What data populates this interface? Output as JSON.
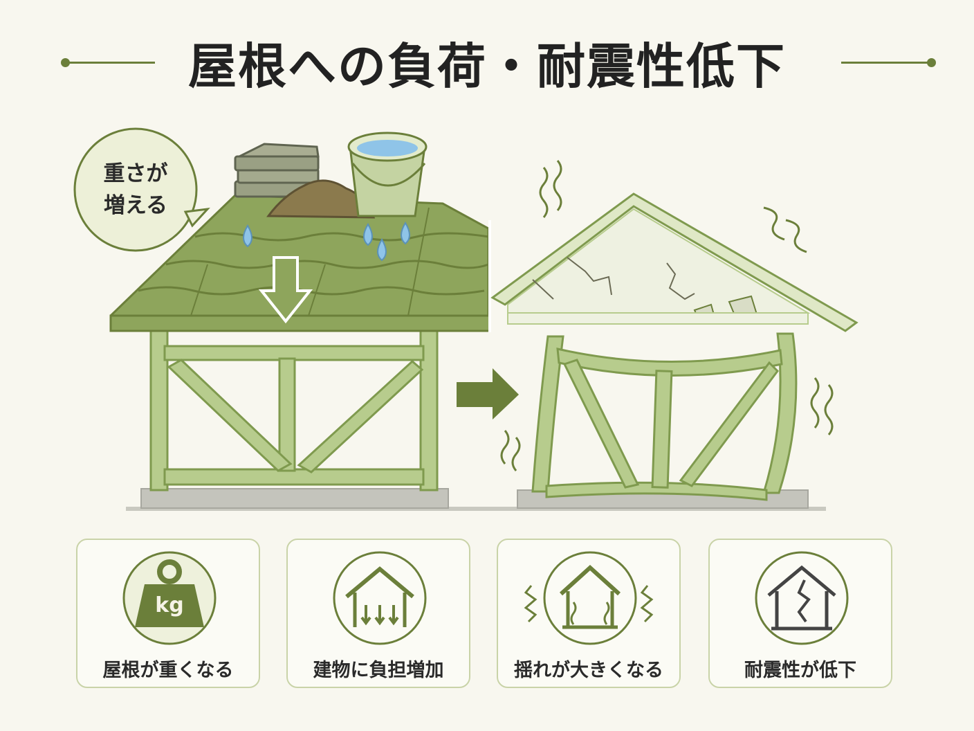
{
  "title": "屋根への負荷・耐震性低下",
  "bubble": {
    "line1": "重さが",
    "line2": "増える"
  },
  "icon_text": {
    "weight": "kg"
  },
  "cards": [
    {
      "label": "屋根が重くなる",
      "icon": "weight-icon"
    },
    {
      "label": "建物に負担増加",
      "icon": "house-load-icon"
    },
    {
      "label": "揺れが大きくなる",
      "icon": "house-shaking-icon"
    },
    {
      "label": "耐震性が低下",
      "icon": "cracked-house-icon"
    }
  ],
  "colors": {
    "background": "#f8f7ef",
    "accent": "#6b7f3a",
    "frame": "#b7cc8d",
    "frame_stroke": "#7f9a4e",
    "roof": "#8ea55c",
    "water": "#8fc4e8"
  }
}
